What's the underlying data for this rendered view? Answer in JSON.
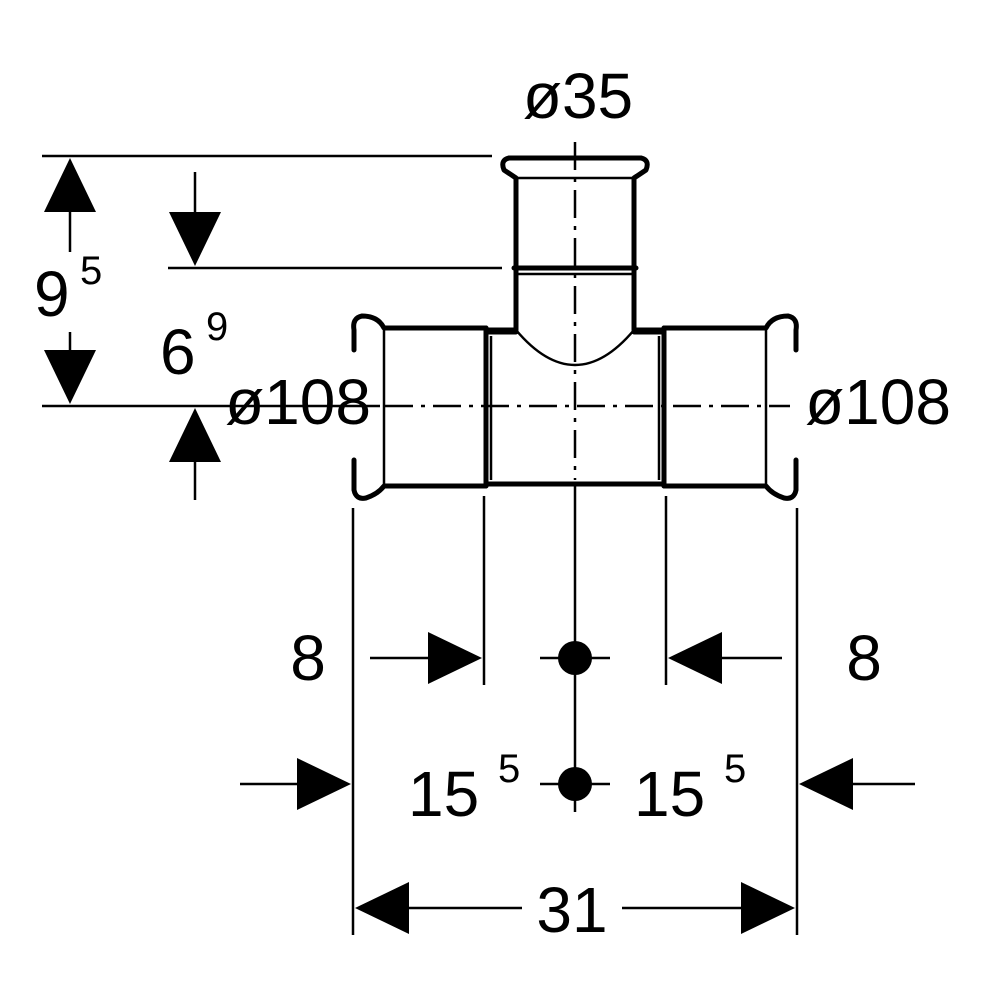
{
  "drawing": {
    "top_diameter": "ø35",
    "left_diameter": "ø108",
    "right_diameter": "ø108",
    "dim_height_total": {
      "base": "9",
      "sup": "5"
    },
    "dim_height_socket": {
      "base": "6",
      "sup": "9"
    },
    "dim_left_socket": "8",
    "dim_right_socket": "8",
    "dim_left_half": {
      "base": "15",
      "sup": "5"
    },
    "dim_right_half": {
      "base": "15",
      "sup": "5"
    },
    "dim_total_length": "31"
  }
}
